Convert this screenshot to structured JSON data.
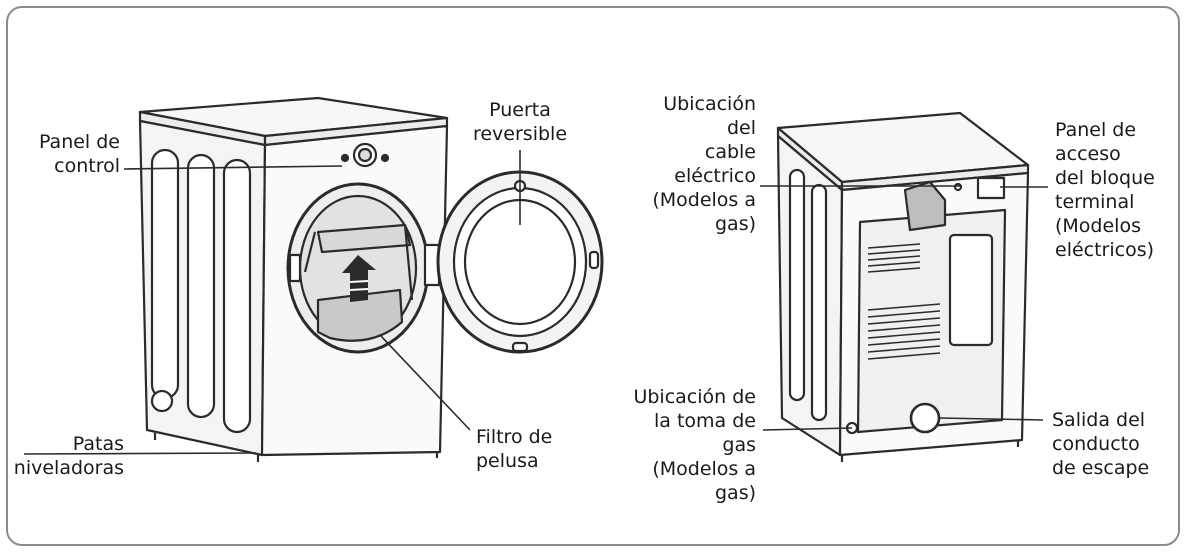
{
  "labels": {
    "control_panel": "Panel de\ncontrol",
    "reversible_door": "Puerta\nreversible",
    "leveling_feet": "Patas\nniveladoras",
    "lint_filter": "Filtro de\npelusa",
    "power_cord_location": "Ubicación\ndel\ncable\neléctrico\n(Modelos a\ngas)",
    "terminal_block_panel": "Panel de\nacceso\ndel bloque\nterminal\n(Modelos\neléctricos)",
    "gas_inlet_location": "Ubicación de\nla toma de\ngas\n(Modelos a\ngas)",
    "exhaust_outlet": "Salida del\nconducto\nde escape"
  }
}
